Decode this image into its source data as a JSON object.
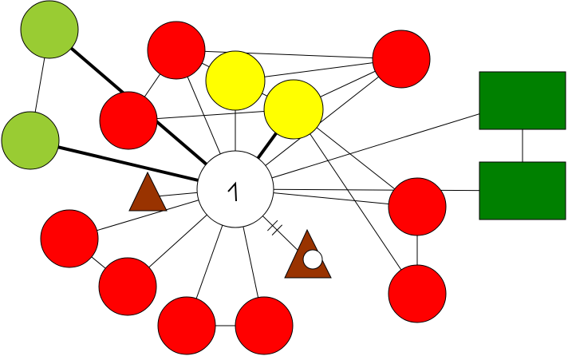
{
  "colors": {
    "green_light": "#99CC33",
    "red": "#FF0000",
    "yellow": "#FFFF00",
    "green_dark": "#008000",
    "brown": "#993300",
    "hub": "#FFFFFF",
    "line": "#000000"
  },
  "nodes": [
    {
      "id": "g1",
      "shape": "circle",
      "fill": "green_light"
    },
    {
      "id": "g2",
      "shape": "circle",
      "fill": "green_light"
    },
    {
      "id": "r_top",
      "shape": "circle",
      "fill": "red"
    },
    {
      "id": "y1",
      "shape": "circle",
      "fill": "yellow"
    },
    {
      "id": "y2",
      "shape": "circle",
      "fill": "yellow"
    },
    {
      "id": "r_top_right",
      "shape": "circle",
      "fill": "red"
    },
    {
      "id": "r_left",
      "shape": "circle",
      "fill": "red"
    },
    {
      "id": "hub",
      "shape": "circle",
      "fill": "hub"
    },
    {
      "id": "tri_left",
      "shape": "triangle",
      "fill": "brown"
    },
    {
      "id": "tri_right",
      "shape": "triangle-with-dot",
      "fill": "brown"
    },
    {
      "id": "r_right",
      "shape": "circle",
      "fill": "red"
    },
    {
      "id": "r_right_low",
      "shape": "circle",
      "fill": "red"
    },
    {
      "id": "r_bl1",
      "shape": "circle",
      "fill": "red"
    },
    {
      "id": "r_bl2",
      "shape": "circle",
      "fill": "red"
    },
    {
      "id": "r_b1",
      "shape": "circle",
      "fill": "red"
    },
    {
      "id": "r_b2",
      "shape": "circle",
      "fill": "red"
    },
    {
      "id": "sq_top",
      "shape": "square",
      "fill": "green_dark"
    },
    {
      "id": "sq_bottom",
      "shape": "square",
      "fill": "green_dark"
    }
  ],
  "edges": [
    {
      "from": "g1",
      "to": "g2",
      "weight": "thin"
    },
    {
      "from": "g1",
      "to": "hub",
      "weight": "thick"
    },
    {
      "from": "g2",
      "to": "hub",
      "weight": "thick"
    },
    {
      "from": "y2",
      "to": "hub",
      "weight": "thick"
    },
    {
      "from": "r_top",
      "to": "r_top_right",
      "weight": "thin"
    },
    {
      "from": "r_top",
      "to": "hub",
      "weight": "thin"
    },
    {
      "from": "r_top",
      "to": "y2",
      "weight": "thin"
    },
    {
      "from": "y1",
      "to": "r_top_right",
      "weight": "thin"
    },
    {
      "from": "y1",
      "to": "hub",
      "weight": "thin"
    },
    {
      "from": "y2",
      "to": "r_top_right",
      "weight": "thin"
    },
    {
      "from": "r_left",
      "to": "r_top",
      "weight": "thin"
    },
    {
      "from": "r_left",
      "to": "y2",
      "weight": "thin"
    },
    {
      "from": "hub",
      "to": "r_top_right",
      "weight": "thin"
    },
    {
      "from": "hub",
      "to": "sq_top",
      "weight": "thin"
    },
    {
      "from": "hub",
      "to": "sq_bottom",
      "weight": "thin"
    },
    {
      "from": "hub",
      "to": "r_right",
      "weight": "thin"
    },
    {
      "from": "hub",
      "to": "tri_left",
      "weight": "thin"
    },
    {
      "from": "hub",
      "to": "tri_right",
      "weight": "thin",
      "marker": "double-bar"
    },
    {
      "from": "hub",
      "to": "r_bl1",
      "weight": "thin"
    },
    {
      "from": "hub",
      "to": "r_bl2",
      "weight": "thin"
    },
    {
      "from": "hub",
      "to": "r_b1",
      "weight": "thin"
    },
    {
      "from": "hub",
      "to": "r_b2",
      "weight": "thin"
    },
    {
      "from": "r_bl1",
      "to": "r_bl2",
      "weight": "thin"
    },
    {
      "from": "r_b1",
      "to": "r_b2",
      "weight": "thin"
    },
    {
      "from": "y2",
      "to": "r_right",
      "weight": "thin"
    },
    {
      "from": "y2",
      "to": "r_right_low",
      "weight": "thin"
    },
    {
      "from": "r_right",
      "to": "r_right_low",
      "weight": "thin"
    },
    {
      "from": "sq_top",
      "to": "sq_bottom",
      "weight": "thin"
    }
  ]
}
